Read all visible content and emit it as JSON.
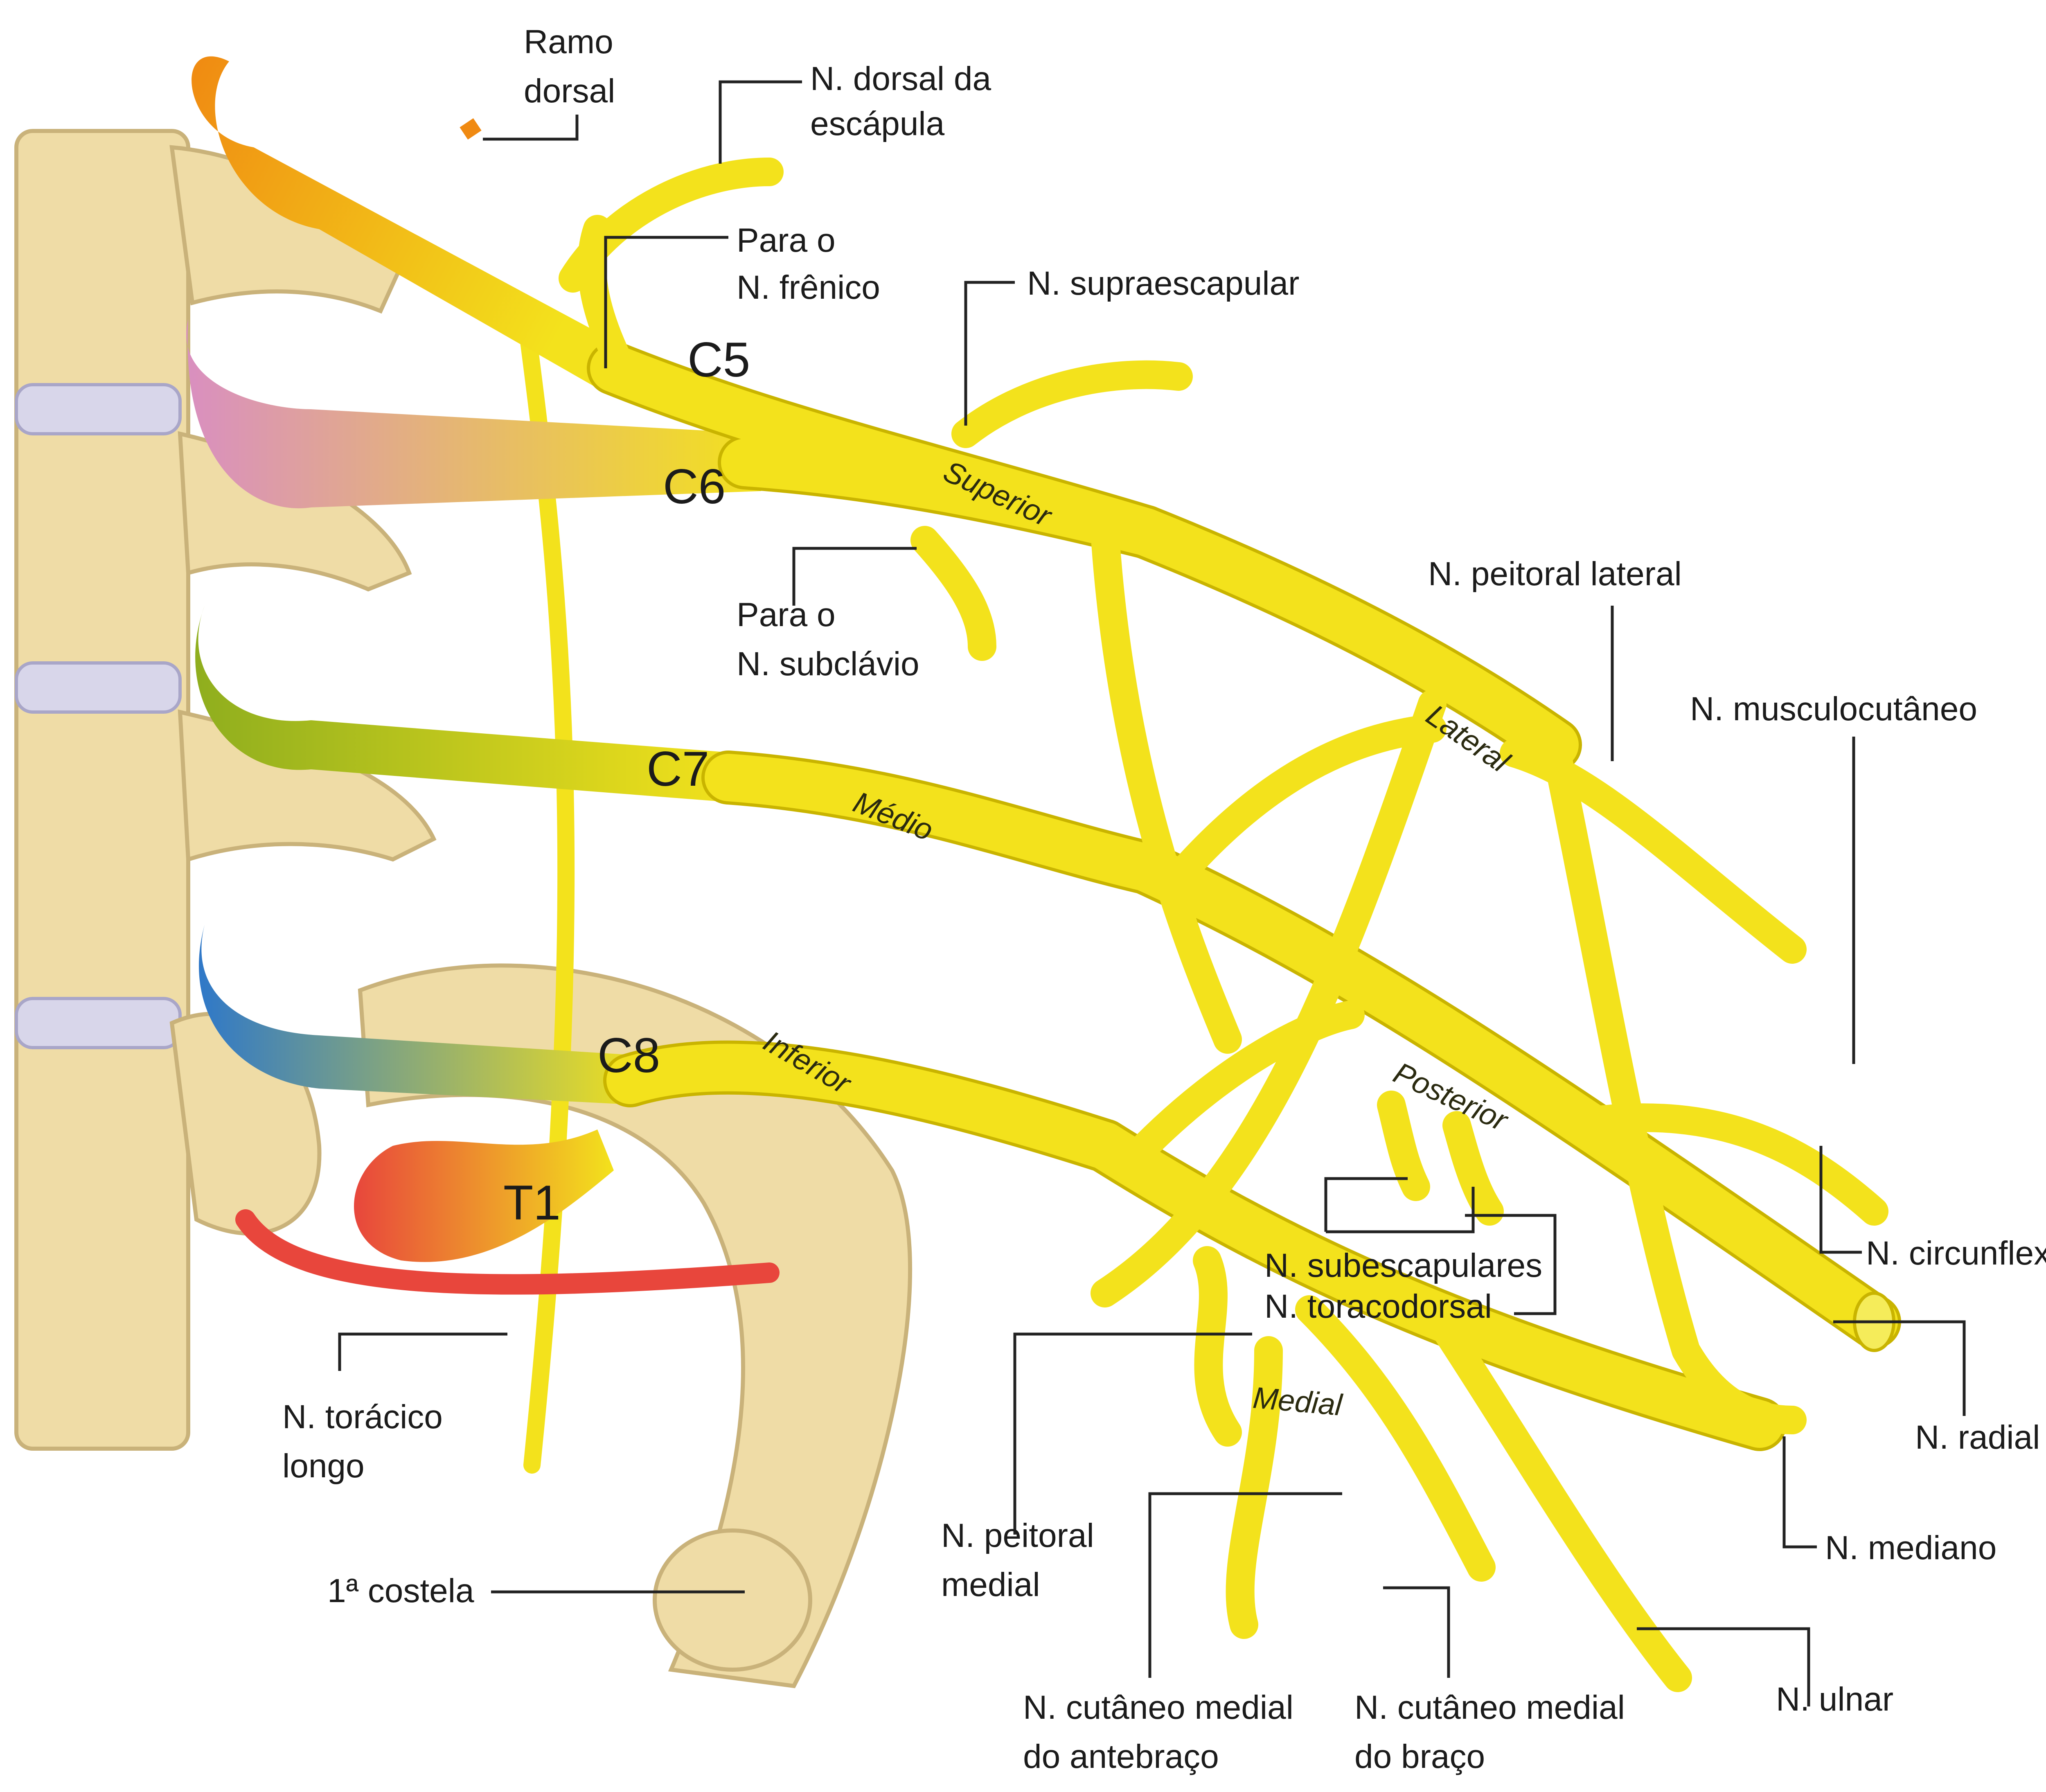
{
  "labels": {
    "ramo_dorsal": [
      "Ramo",
      "dorsal"
    ],
    "n_dorsal_escapula": [
      "N. dorsal da",
      "escápula"
    ],
    "para_n_frenico": [
      "Para o",
      "N. frênico"
    ],
    "n_supraescapular": "N. supraescapular",
    "para_n_subclavio": [
      "Para o",
      "N. subclávio"
    ],
    "n_peitoral_lateral": "N. peitoral lateral",
    "n_musculocutaneo": "N. musculocutâneo",
    "n_subescapulares": "N. subescapulares",
    "n_toracodorsal": "N. toracodorsal",
    "n_circunflexo": "N. circunflexo",
    "n_radial": "N. radial",
    "n_mediano": "N. mediano",
    "n_ulnar": "N. ulnar",
    "n_cutaneo_medial_antebraco": [
      "N. cutâneo medial",
      "do antebraço"
    ],
    "n_cutaneo_medial_braco": [
      "N. cutâneo medial",
      "do braço"
    ],
    "n_peitoral_medial": [
      "N. peitoral",
      "medial"
    ],
    "n_toracico_longo": [
      "N. torácico",
      "longo"
    ],
    "primeira_costela": "1ª costela"
  },
  "roots": [
    "C5",
    "C6",
    "C7",
    "C8",
    "T1"
  ],
  "trunks": {
    "superior": "Superior",
    "medio": "Médio",
    "inferior": "Inferior"
  },
  "cords": {
    "lateral": "Lateral",
    "posterior": "Posterior",
    "medial": "Medial"
  },
  "colors": {
    "nerve": "#f3e21c",
    "bone": "#efdca6",
    "disc": "#d8d6ea",
    "root_c5": "#f08a12",
    "root_c6": "#d98fc0",
    "root_c7": "#8fae1e",
    "root_c8": "#2f78c8",
    "root_t1": "#e8463c"
  }
}
